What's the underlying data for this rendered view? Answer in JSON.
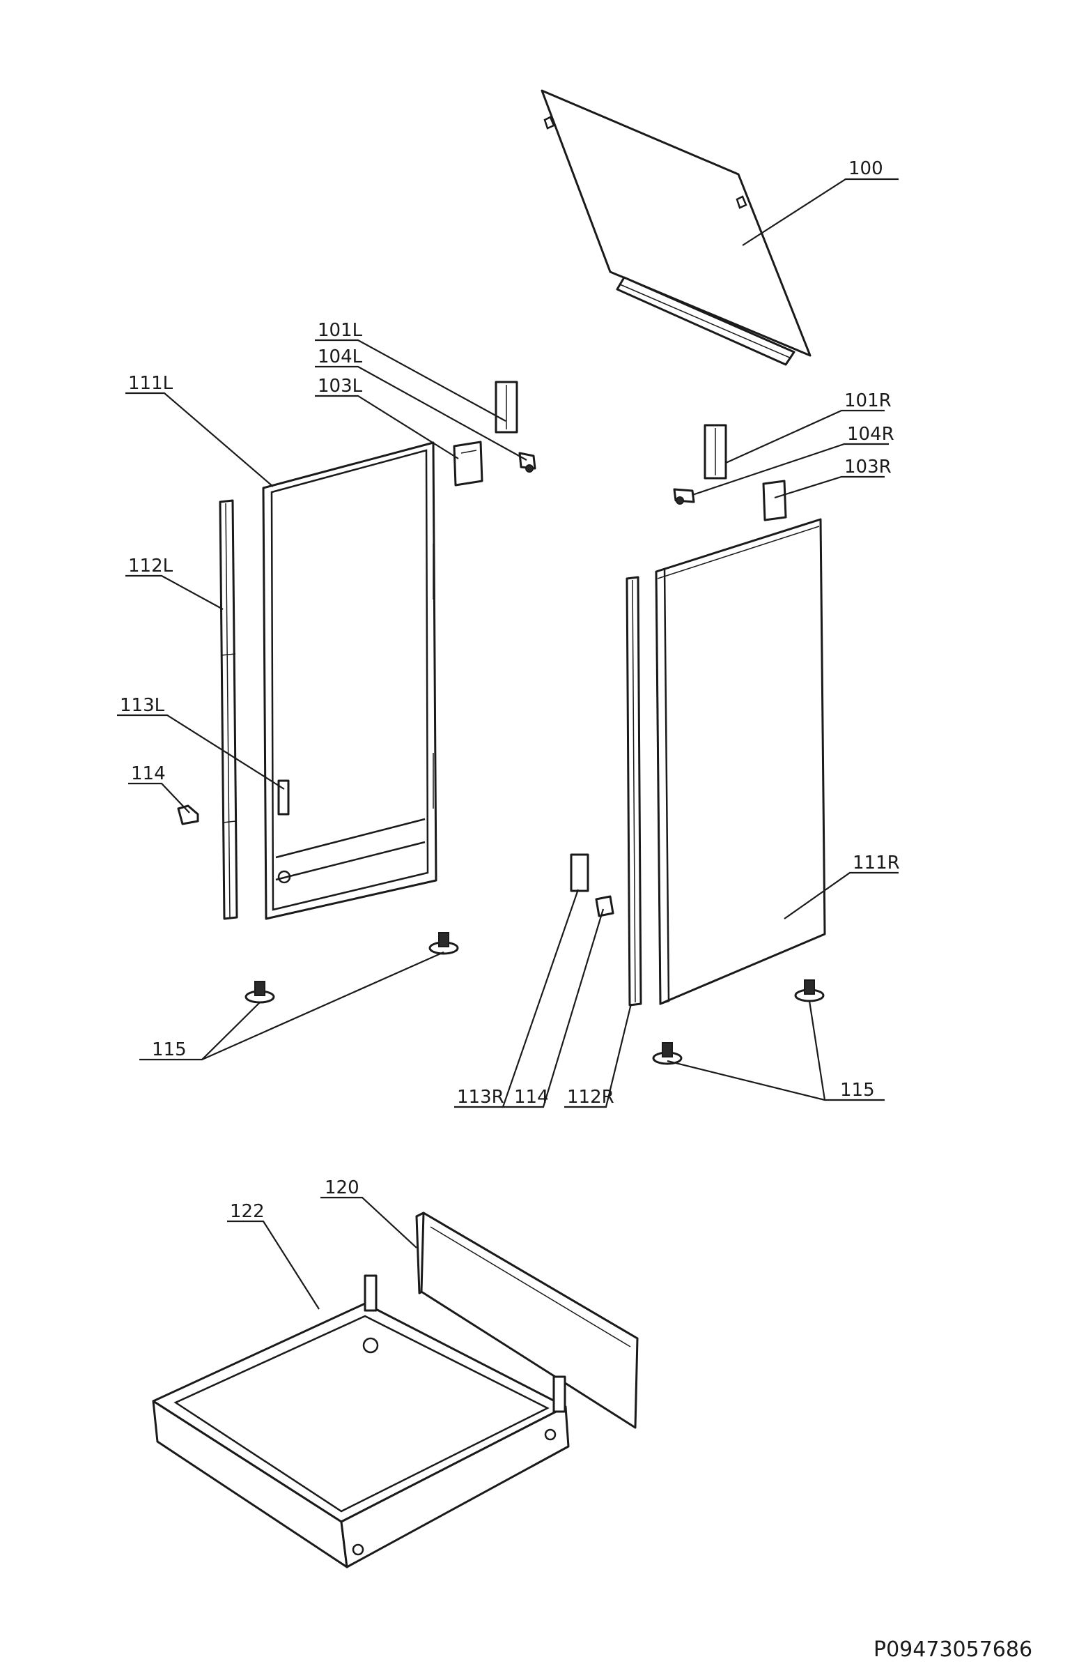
{
  "callouts": {
    "c100": "100",
    "c101L": "101L",
    "c104L": "104L",
    "c103L": "103L",
    "c111L": "111L",
    "c112L": "112L",
    "c113L": "113L",
    "c114_left": "114",
    "c101R": "101R",
    "c104R": "104R",
    "c103R": "103R",
    "c111R": "111R",
    "c115_left": "115",
    "c115_right": "115",
    "c113R": "113R",
    "c114_bottom": "114",
    "c112R": "112R",
    "c120": "120",
    "c122": "122"
  },
  "document_number": "P09473057686",
  "colors": {
    "line": "#1a1a1a",
    "background": "#ffffff"
  }
}
